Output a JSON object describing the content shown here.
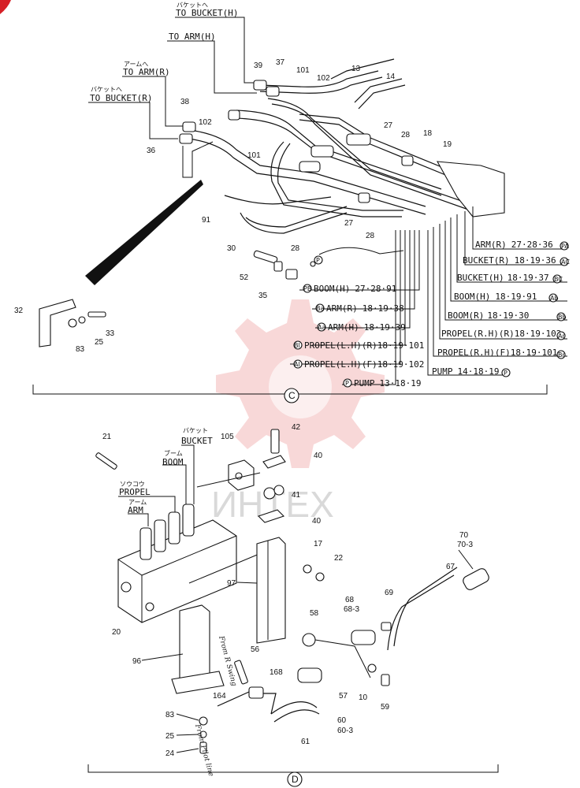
{
  "sections": {
    "c": "C",
    "d": "D"
  },
  "captions": {
    "to_bucket_h_kana": "バケットへ",
    "to_bucket_h": "TO BUCKET(H)",
    "to_arm_h": "TO ARM(H)",
    "to_arm_r_kana": "アームへ",
    "to_arm_r": "TO ARM(R)",
    "to_bucket_r_kana": "バケットへ",
    "to_bucket_r": "TO BUCKET(R)",
    "bucket_kana": "バケット",
    "bucket": "BUCKET",
    "boom_kana": "ブーム",
    "boom": "BOOM",
    "propel_kana": "ソウコウ",
    "propel": "PROPEL",
    "arm_kana": "アーム",
    "arm": "ARM"
  },
  "ports_right": [
    {
      "label": "ARM(R)",
      "refs": "27·28·36",
      "port": "PA"
    },
    {
      "label": "BUCKET(R)",
      "refs": "18·19·36",
      "port": "AC"
    },
    {
      "label": "BUCKET(H)",
      "refs": "18·19·37",
      "port": "BC"
    },
    {
      "label": "BOOM(H)",
      "refs": "18·19·91",
      "port": "Ab"
    },
    {
      "label": "BOOM(R)",
      "refs": "18·19·30",
      "port": "Bb"
    },
    {
      "label": "PROPEL(R.H)(R)",
      "refs": "18·19·102",
      "port": "Ar"
    },
    {
      "label": "PROPEL(R.H)(F)",
      "refs": "18·19·101",
      "port": "Br"
    },
    {
      "label": "PUMP",
      "refs": "14·18·19",
      "port": "P"
    }
  ],
  "ports_left": [
    {
      "port": "PB",
      "label": "BOOM(H)",
      "refs": "27·28·91"
    },
    {
      "port": "Ba",
      "label": "ARM(R)",
      "refs": "18·19·38"
    },
    {
      "port": "Aa",
      "label": "ARM(H)",
      "refs": "18·19·39"
    },
    {
      "port": "Bl",
      "label": "PROPEL(L.H)(R)",
      "refs": "18·19·101"
    },
    {
      "port": "Al",
      "label": "PROPEL(L.H)(F)",
      "refs": "18·19·102"
    },
    {
      "port": "P",
      "label": "PUMP",
      "refs": "13·18·19"
    }
  ],
  "port_small": "P",
  "parts_c": [
    "39",
    "37",
    "101",
    "102",
    "13",
    "14",
    "38",
    "102",
    "36",
    "101",
    "27",
    "28",
    "18",
    "19",
    "91",
    "30",
    "27",
    "28",
    "28",
    "52",
    "35",
    "32",
    "83",
    "25",
    "33"
  ],
  "parts_d": [
    "21",
    "105",
    "42",
    "40",
    "41",
    "40",
    "17",
    "22",
    "97",
    "20",
    "70",
    "70-3",
    "67",
    "68",
    "68-3",
    "69",
    "58",
    "96",
    "56",
    "168",
    "57",
    "10",
    "59",
    "164",
    "60",
    "60-3",
    "61",
    "83",
    "25",
    "24"
  ],
  "handwritten": {
    "note1": "From R Swing",
    "note2": "From Pilot line"
  },
  "watermark": "ИНТЕХ"
}
